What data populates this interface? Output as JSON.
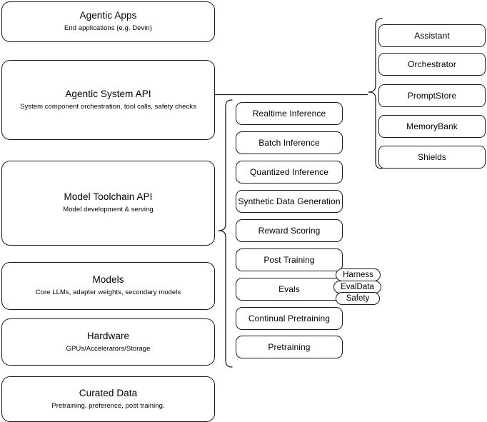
{
  "diagram": {
    "title": "AI stack layers diagram",
    "stroke_color": "#1a1a1a",
    "background": "#ffffff",
    "layers": [
      {
        "id": "agentic-apps",
        "title": "Agentic Apps",
        "subtitle": "End applications (e.g. Devin)"
      },
      {
        "id": "agentic-system-api",
        "title": "Agentic System API",
        "subtitle": "System component orchestration, tool calls, safety checks"
      },
      {
        "id": "model-toolchain-api",
        "title": "Model Toolchain API",
        "subtitle": "Model development & serving"
      },
      {
        "id": "models",
        "title": "Models",
        "subtitle": "Core LLMs, adapter weights, secondary models"
      },
      {
        "id": "hardware",
        "title": "Hardware",
        "subtitle": "GPUs/Accelerators/Storage"
      },
      {
        "id": "curated-data",
        "title": "Curated Data",
        "subtitle": "Pretraining, preference, post training."
      }
    ],
    "toolchain_capabilities": [
      {
        "id": "realtime-inference",
        "label": "Realtime Inference"
      },
      {
        "id": "batch-inference",
        "label": "Batch Inference"
      },
      {
        "id": "quantized-inference",
        "label": "Quantized Inference"
      },
      {
        "id": "synthetic-data-generation",
        "label": "Synthetic Data Generation"
      },
      {
        "id": "reward-scoring",
        "label": "Reward Scoring"
      },
      {
        "id": "post-training",
        "label": "Post Training"
      },
      {
        "id": "evals",
        "label": "Evals"
      },
      {
        "id": "continual-pretraining",
        "label": "Continual Pretraining"
      },
      {
        "id": "pretraining",
        "label": "Pretraining"
      }
    ],
    "eval_badges": [
      {
        "id": "harness",
        "label": "Harness"
      },
      {
        "id": "evaldata",
        "label": "EvalData"
      },
      {
        "id": "safety",
        "label": "Safety"
      }
    ],
    "system_components": [
      {
        "id": "assistant",
        "label": "Assistant"
      },
      {
        "id": "orchestrator",
        "label": "Orchestrator"
      },
      {
        "id": "promptstore",
        "label": "PromptStore"
      },
      {
        "id": "memorybank",
        "label": "MemoryBank"
      },
      {
        "id": "shields",
        "label": "Shields"
      }
    ]
  }
}
